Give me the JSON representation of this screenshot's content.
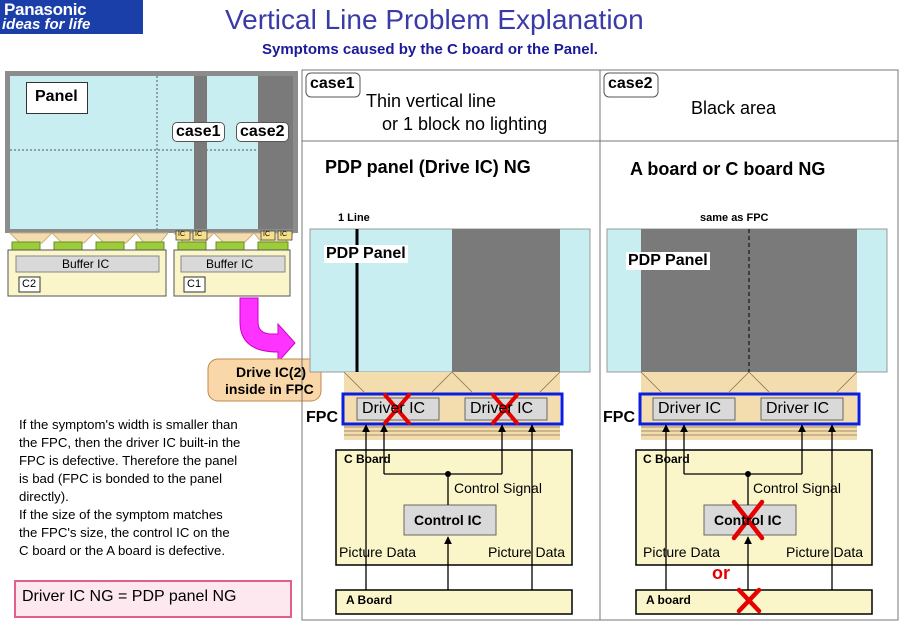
{
  "logo": {
    "line1": "Panasonic",
    "line2": "ideas for life"
  },
  "title": "Vertical Line Problem Explanation",
  "subtitle": "Symptoms caused by the C board or the Panel.",
  "left_diagram": {
    "panel_label": "Panel",
    "case1": "case1",
    "case2": "case2",
    "ic_small": "IC",
    "buffer_ic": "Buffer IC",
    "c2": "C2",
    "c1": "C1",
    "callout_line1": "Drive IC(2)",
    "callout_line2": "inside in FPC"
  },
  "note_lines": [
    "If the symptom's width is smaller than",
    "the FPC, then the driver IC built-in the",
    "FPC is defective. Therefore the panel",
    "is bad (FPC is bonded to the panel",
    "directly).",
    "If the size of the symptom matches",
    "the FPC's size, the control IC on the",
    "C board or the A board is defective."
  ],
  "ng_box": "Driver IC NG = PDP panel NG",
  "case1": {
    "tag": "case1",
    "desc_line1": "Thin vertical line",
    "desc_line2": "or 1 block no lighting",
    "heading": "PDP panel (Drive IC) NG",
    "top_note": "1 Line",
    "panel_label": "PDP Panel",
    "fpc": "FPC",
    "driver_ic_1": "Driver IC",
    "driver_ic_2": "Driver IC",
    "c_board": "C Board",
    "control_signal": "Control Signal",
    "control_ic": "Control IC",
    "picture_data_left": "Picture Data",
    "picture_data_right": "Picture Data",
    "a_board": "A Board"
  },
  "case2": {
    "tag": "case2",
    "desc": "Black area",
    "heading": "A board or C board NG",
    "top_note": "same as FPC",
    "panel_label": "PDP Panel",
    "fpc": "FPC",
    "driver_ic_1": "Driver IC",
    "driver_ic_2": "Driver IC",
    "c_board": "C Board",
    "control_signal": "Control Signal",
    "control_ic": "Control IC",
    "picture_data_left": "Picture Data",
    "picture_data_right": "Picture Data",
    "or_text": "or",
    "a_board": "A board"
  },
  "colors": {
    "panel_cyan": "#c8eef2",
    "dark_area": "#7a7a7a",
    "fpc_tan": "#f3dcae",
    "board_yellow": "#fbf6c9",
    "ic_green": "#9ccc3a",
    "callout_orange": "#fad7a8",
    "arrow_magenta": "#ff33ff",
    "red_x": "#e60000",
    "highlight_blue": "#0a1ee0"
  }
}
